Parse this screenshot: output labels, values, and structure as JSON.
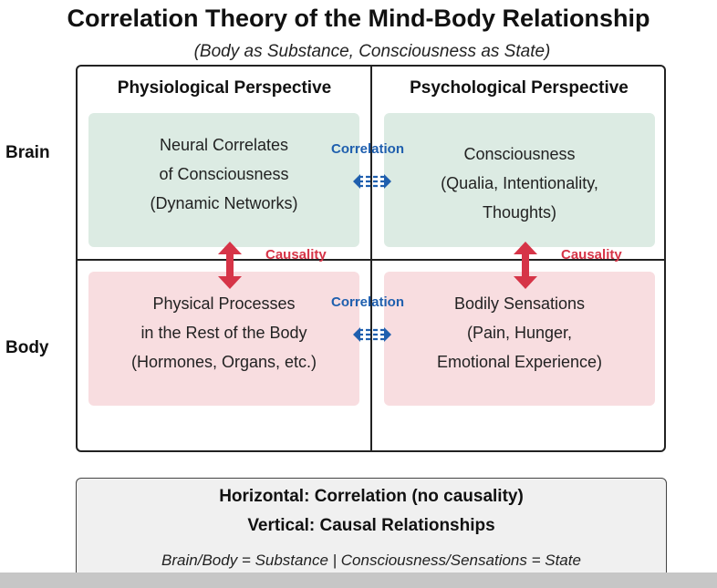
{
  "title": "Correlation Theory of the Mind-Body Relationship",
  "subtitle": "(Body as Substance, Consciousness as State)",
  "columns": {
    "physiological": "Physiological Perspective",
    "psychological": "Psychological Perspective"
  },
  "rows": {
    "brain": "Brain",
    "body": "Body"
  },
  "cells": {
    "brain_physiological": [
      "Neural Correlates",
      "of Consciousness",
      "(Dynamic Networks)"
    ],
    "brain_psychological": [
      "Consciousness",
      "(Qualia, Intentionality,",
      "Thoughts)"
    ],
    "body_physiological": [
      "Physical Processes",
      "in the Rest of the Body",
      "(Hormones, Organs, etc.)"
    ],
    "body_psychological": [
      "Bodily Sensations",
      "(Pain, Hunger,",
      "Emotional Experience)"
    ]
  },
  "relations": {
    "correlation": "Correlation",
    "causality": "Causality"
  },
  "legend": {
    "horizontal": "Horizontal: Correlation (no causality)",
    "vertical": "Vertical: Causal Relationships",
    "note": "Brain/Body = Substance | Consciousness/Sensations = State"
  },
  "colors": {
    "green_cell": "#dcebe3",
    "pink_cell": "#f8dde0",
    "correlation": "#1f5fae",
    "causality": "#d63447"
  }
}
